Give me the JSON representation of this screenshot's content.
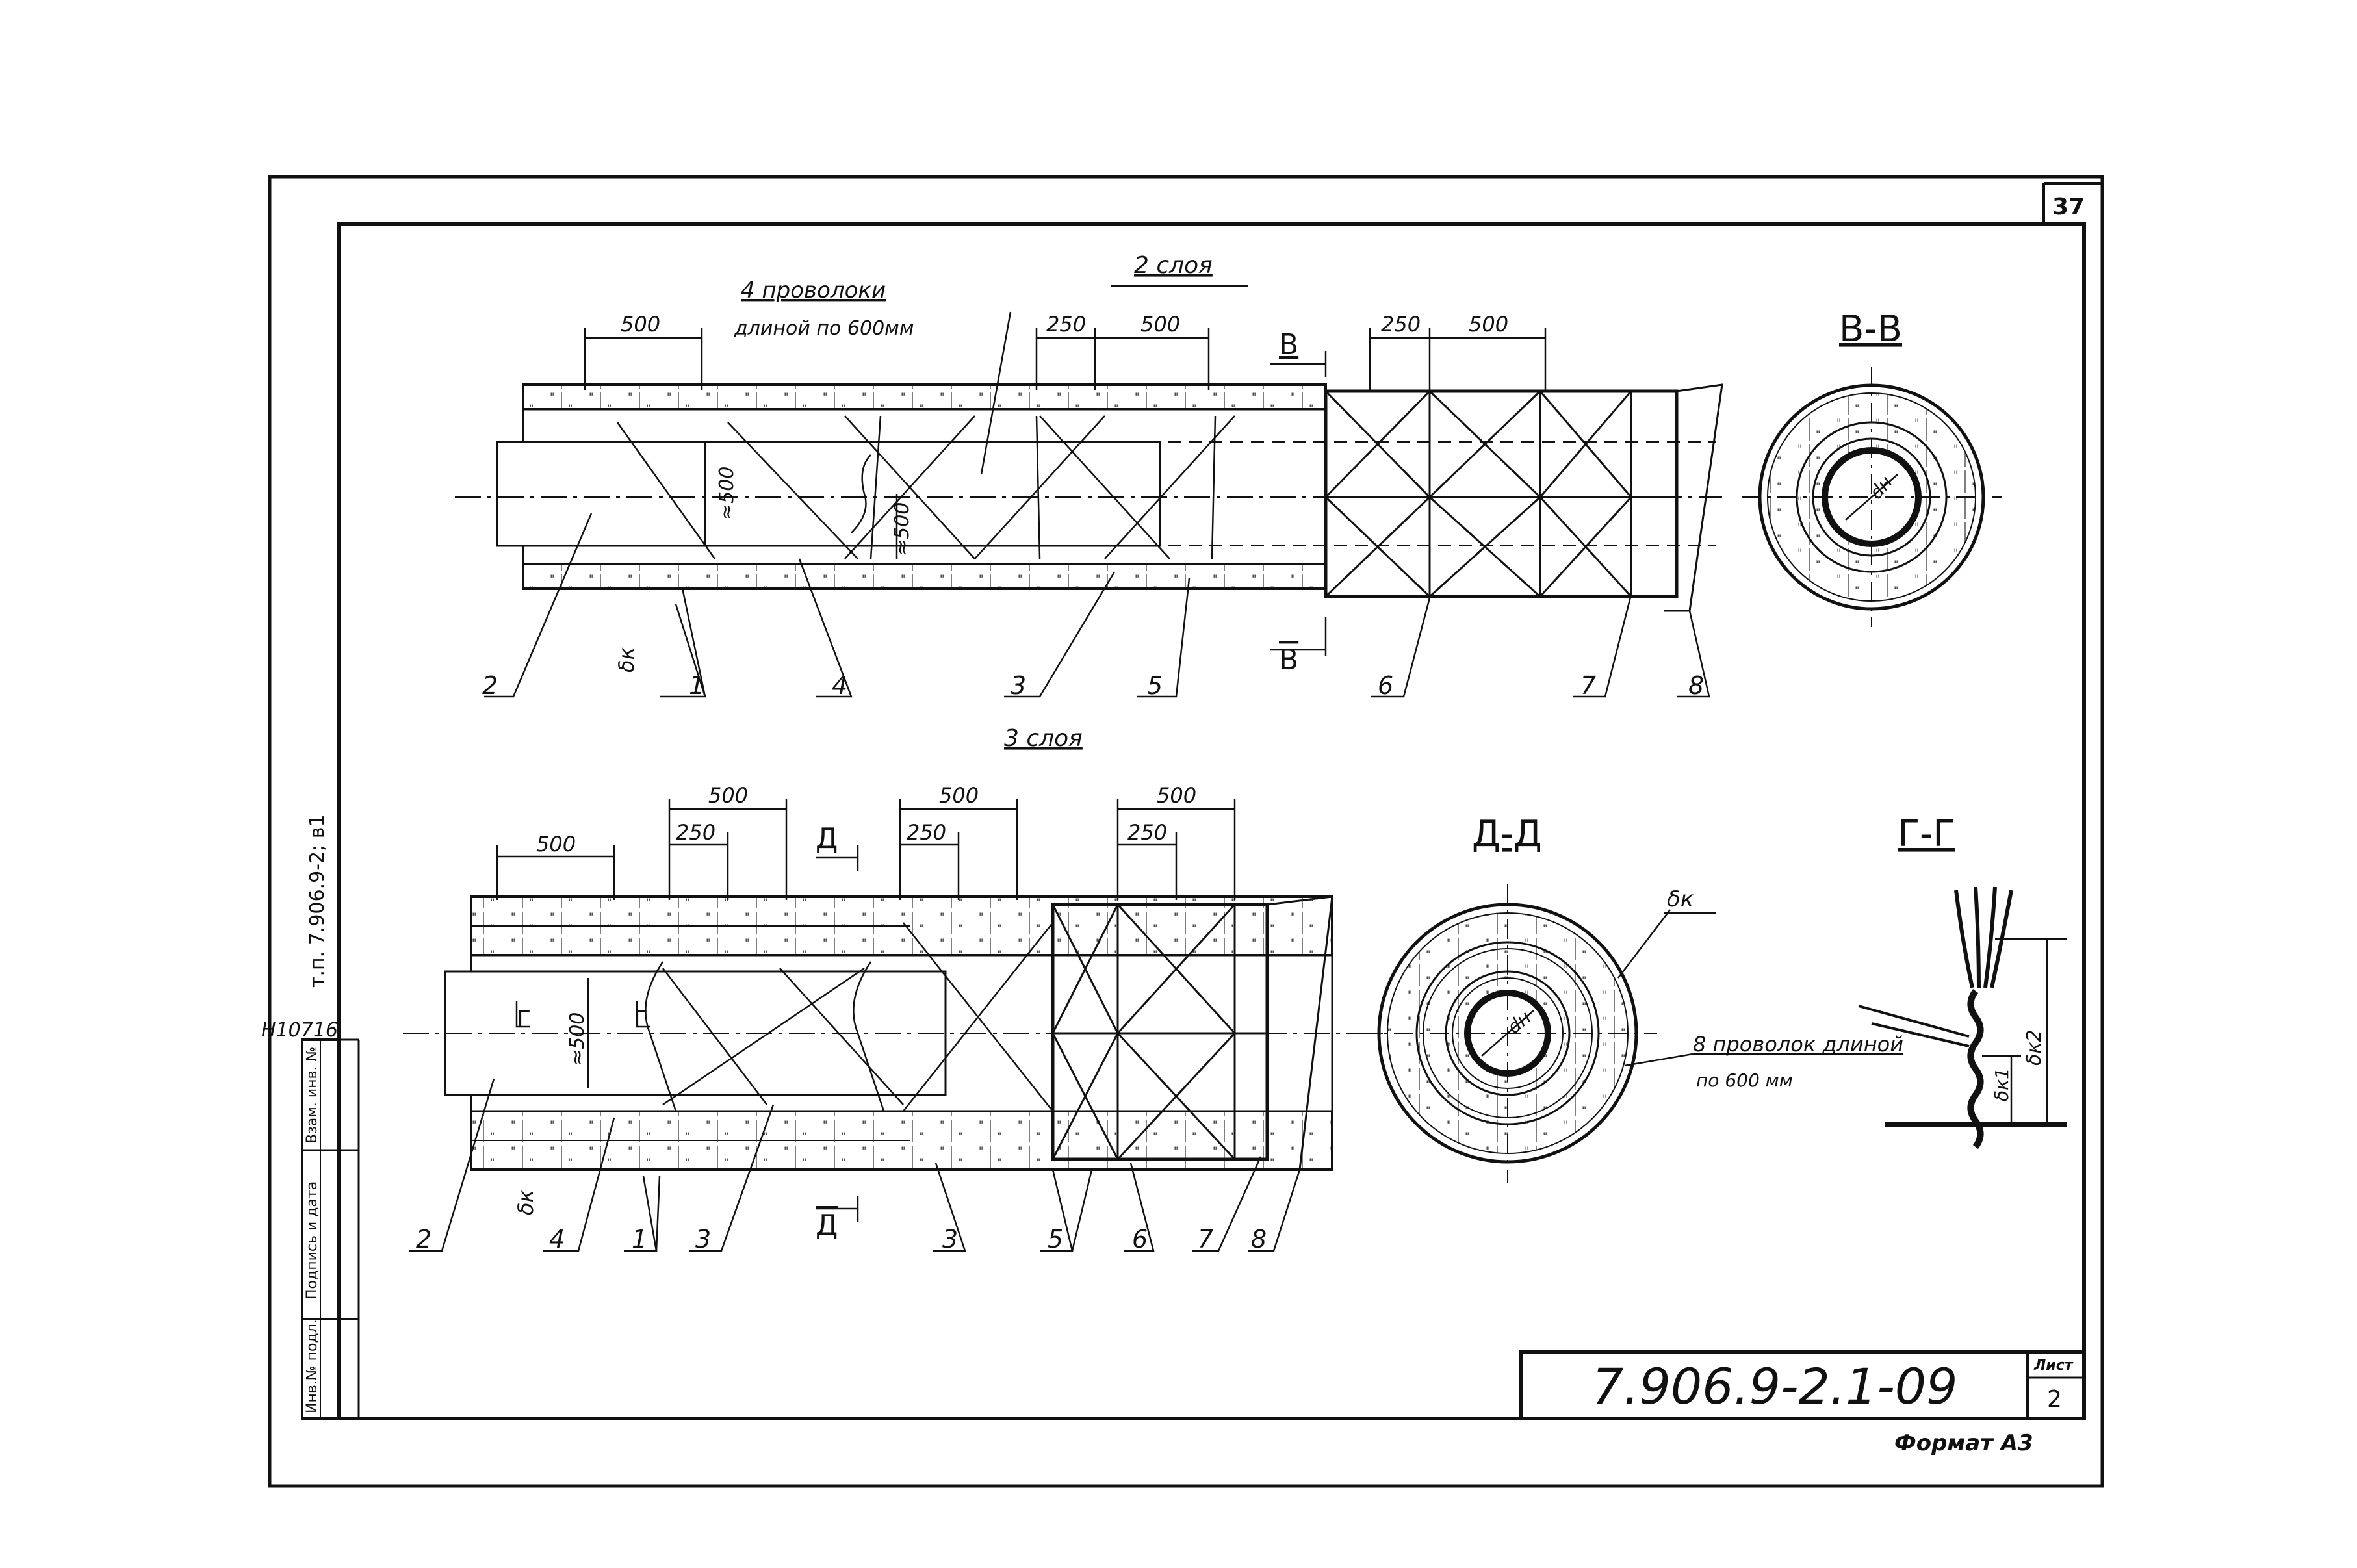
{
  "sheet": {
    "page_number": "37",
    "code": "7.906.9-2.1-09",
    "sheet_label": "Лист",
    "sheet_number": "2",
    "format": "Формат А3",
    "side_code": "т.п. 7.906.9-2; в1",
    "inventory": "Н10716",
    "stamp": {
      "col1": "Инв.№ подл.",
      "col2": "Подпись и дата",
      "col3": "Взам. инв. №"
    }
  },
  "top_view": {
    "title": "2 слоя",
    "wire_note_line1": "4 проволоки",
    "wire_note_line2": "длиной по 600мм",
    "dims": {
      "d1": "500",
      "d2": "250",
      "d3": "500",
      "d4": "250",
      "d5": "500",
      "side": "≈500",
      "side2": "≈500"
    },
    "section_mark": "В",
    "thickness": "δк",
    "callouts": [
      "2",
      "1",
      "4",
      "3",
      "5",
      "6",
      "7",
      "8"
    ]
  },
  "bottom_view": {
    "title": "3 слоя",
    "dims": {
      "d1": "500",
      "d2": "500",
      "d3": "250",
      "d4": "500",
      "d5": "250",
      "d6": "500",
      "d7": "250",
      "side": "≈500"
    },
    "section_mark": "Д",
    "section_mark_g": "Г",
    "thickness": "δк",
    "callouts": [
      "2",
      "4",
      "1",
      "3",
      "3",
      "5",
      "6",
      "7",
      "8"
    ]
  },
  "section_vv": {
    "title": "В-В",
    "dn": "dн"
  },
  "section_dd": {
    "title": "Д-Д",
    "dn": "dн",
    "thickness": "δк",
    "wire_note_line1": "8 проволок длиной",
    "wire_note_line2": "по 600 мм"
  },
  "section_gg": {
    "title": "Г-Г",
    "dim1": "δк1",
    "dim2": "δк2"
  }
}
